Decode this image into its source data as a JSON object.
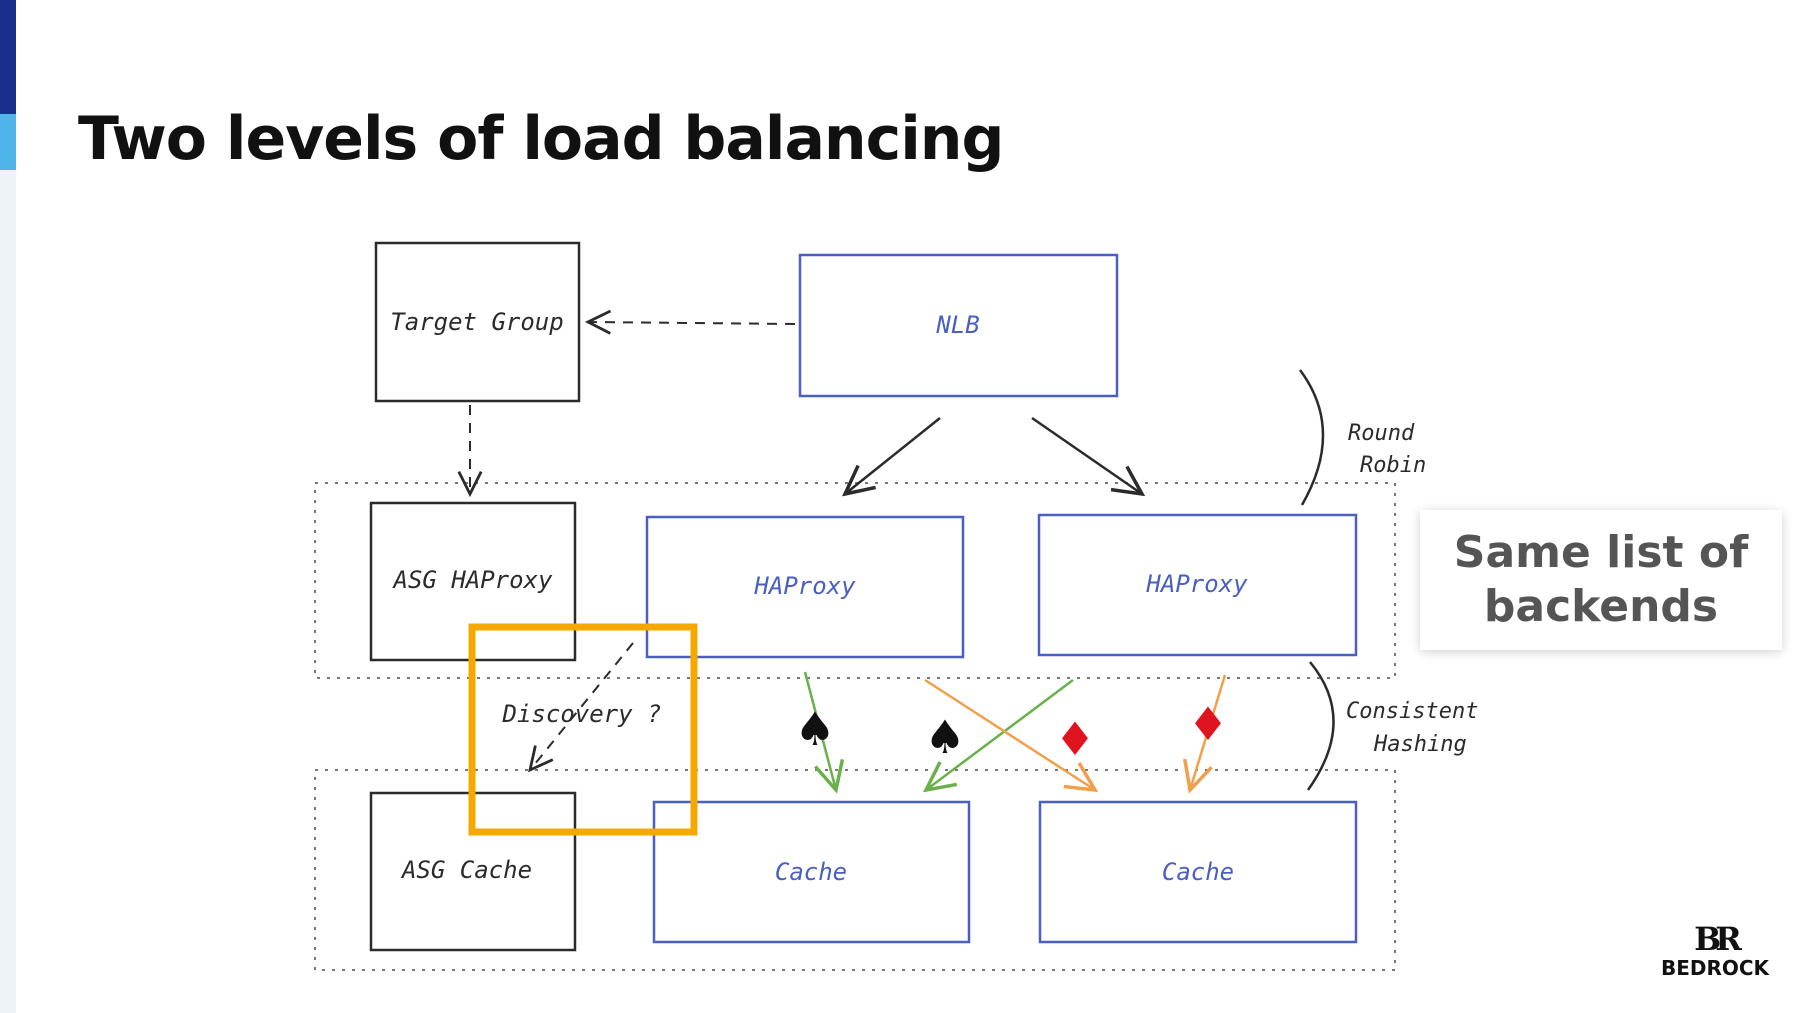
{
  "slide": {
    "title": "Two levels of load balancing"
  },
  "diagram": {
    "nodes": {
      "target_group": "Target Group",
      "nlb": "NLB",
      "asg_haproxy": "ASG HAProxy",
      "haproxy_1": "HAProxy",
      "haproxy_2": "HAProxy",
      "asg_cache": "ASG Cache",
      "cache_1": "Cache",
      "cache_2": "Cache"
    },
    "annotations": {
      "discovery": "Discovery ?",
      "round_robin_line1": "Round",
      "round_robin_line2": "Robin",
      "consistent_line1": "Consistent",
      "consistent_line2": "Hashing"
    },
    "suits": {
      "spade_1": "♠",
      "spade_2": "♠",
      "diamond_1": "♦",
      "diamond_2": "♦"
    }
  },
  "callout": {
    "line1": "Same list of",
    "line2": "backends"
  },
  "logo": {
    "mark": "BR",
    "name": "BEDROCK"
  },
  "colors": {
    "title": "#111111",
    "sketch_black": "#2b2b2b",
    "sketch_blue": "#4a5fc1",
    "highlight_orange": "#f5a800",
    "arrow_green": "#6ab04c",
    "arrow_orange": "#f0a04b",
    "suit_red": "#e0141e",
    "callout_text": "#555555"
  }
}
